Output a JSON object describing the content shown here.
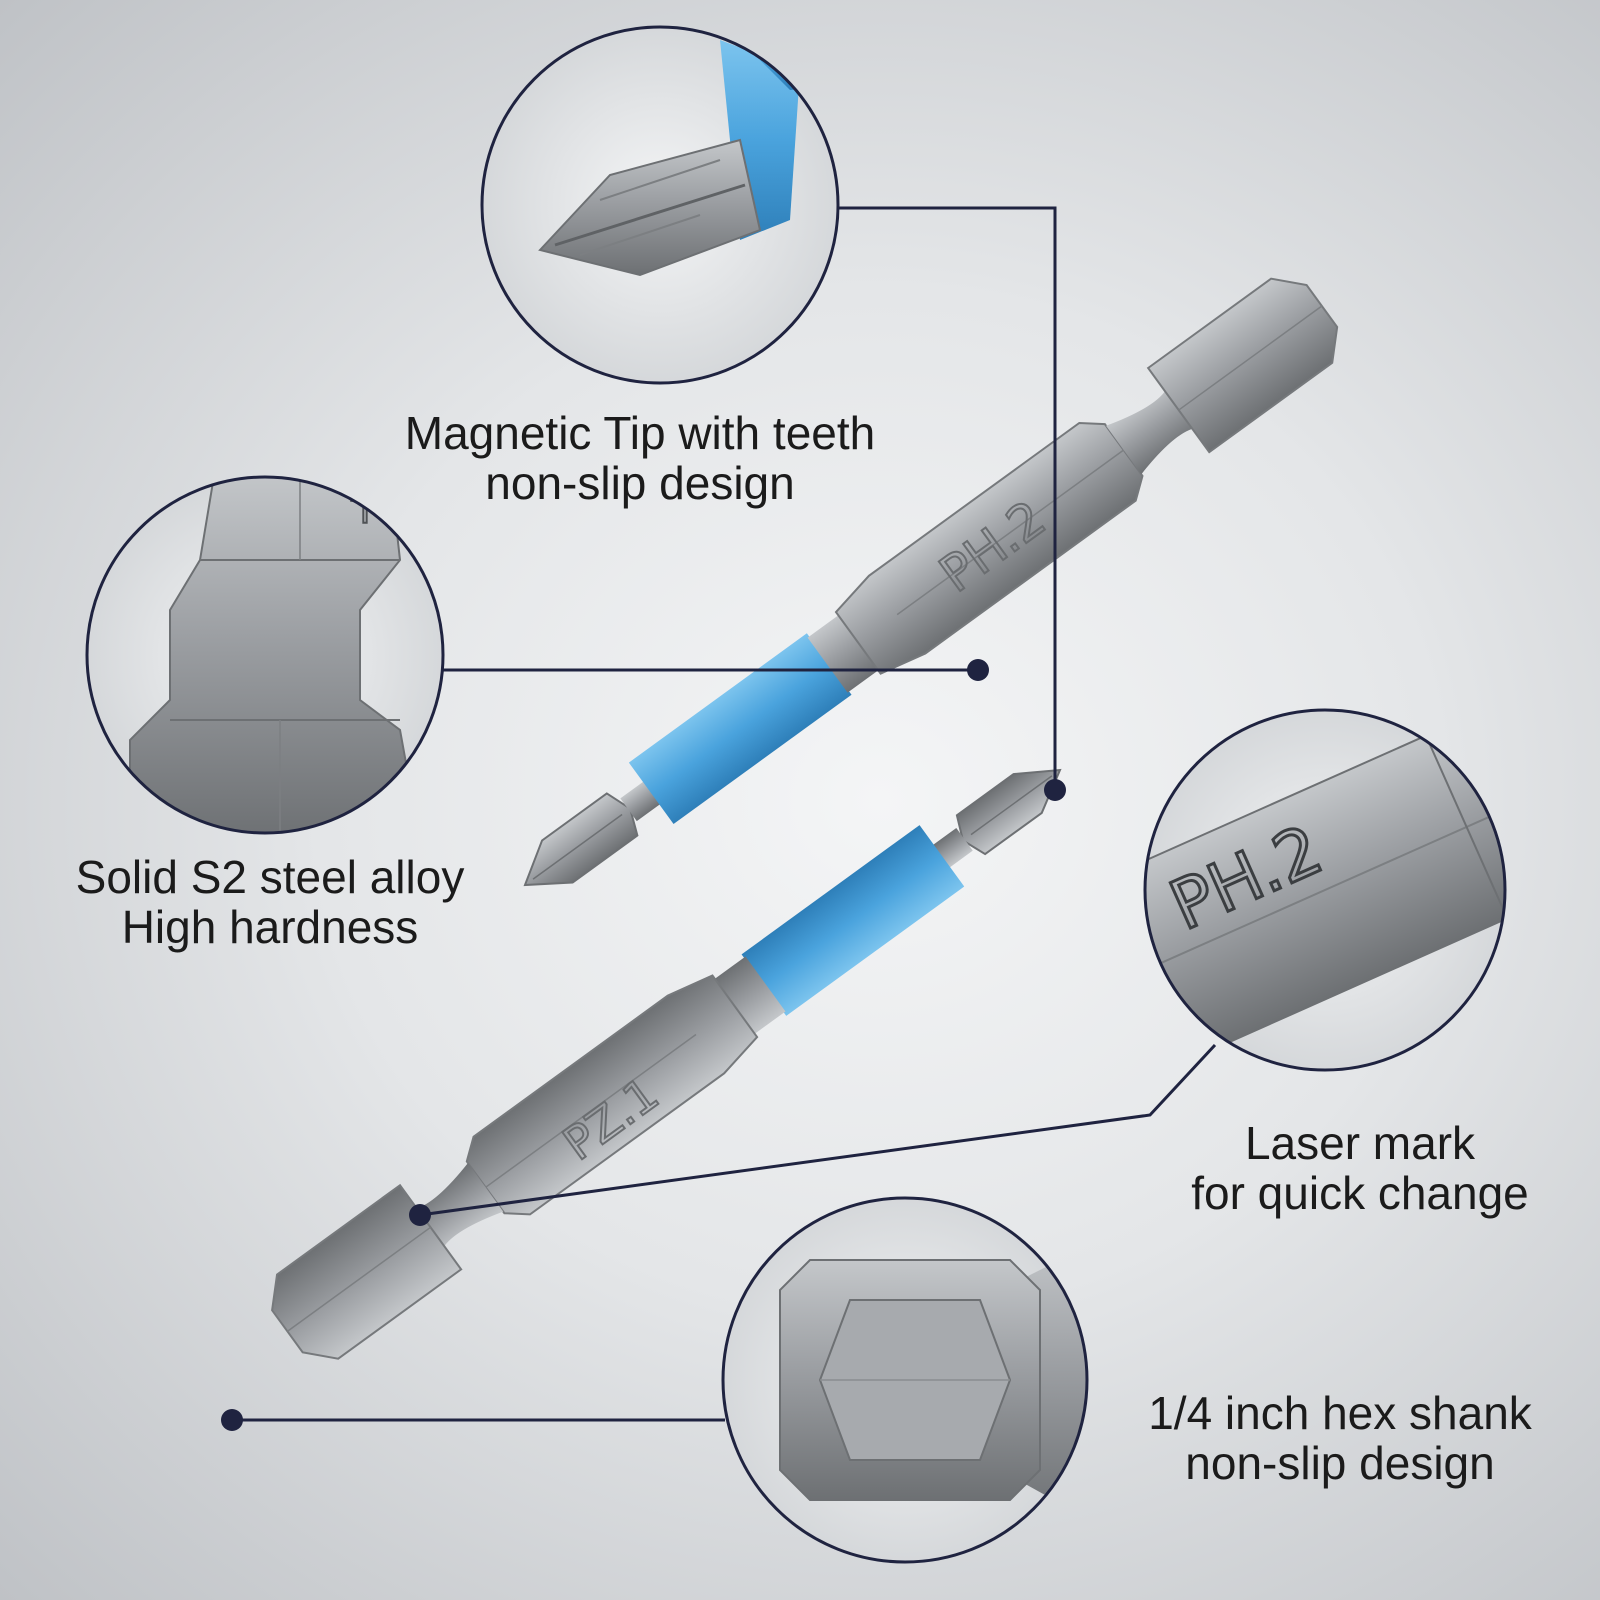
{
  "features": {
    "tip": {
      "line1": "Magnetic Tip with teeth",
      "line2": "non-slip design"
    },
    "steel": {
      "line1": "Solid S2 steel alloy",
      "line2": "High hardness"
    },
    "laser": {
      "line1": "Laser mark",
      "line2": "for quick change"
    },
    "hex": {
      "line1": "1/4 inch hex shank",
      "line2": "non-slip design"
    }
  },
  "markings": {
    "bit_upper": "PH.2",
    "bit_lower": "PZ.1",
    "zoom_laser": "PH.2",
    "zoom_steel": "L"
  },
  "colors": {
    "sleeve": "#4aa3dd",
    "steel": "#9a9ea2",
    "leader": "#1f2340"
  }
}
